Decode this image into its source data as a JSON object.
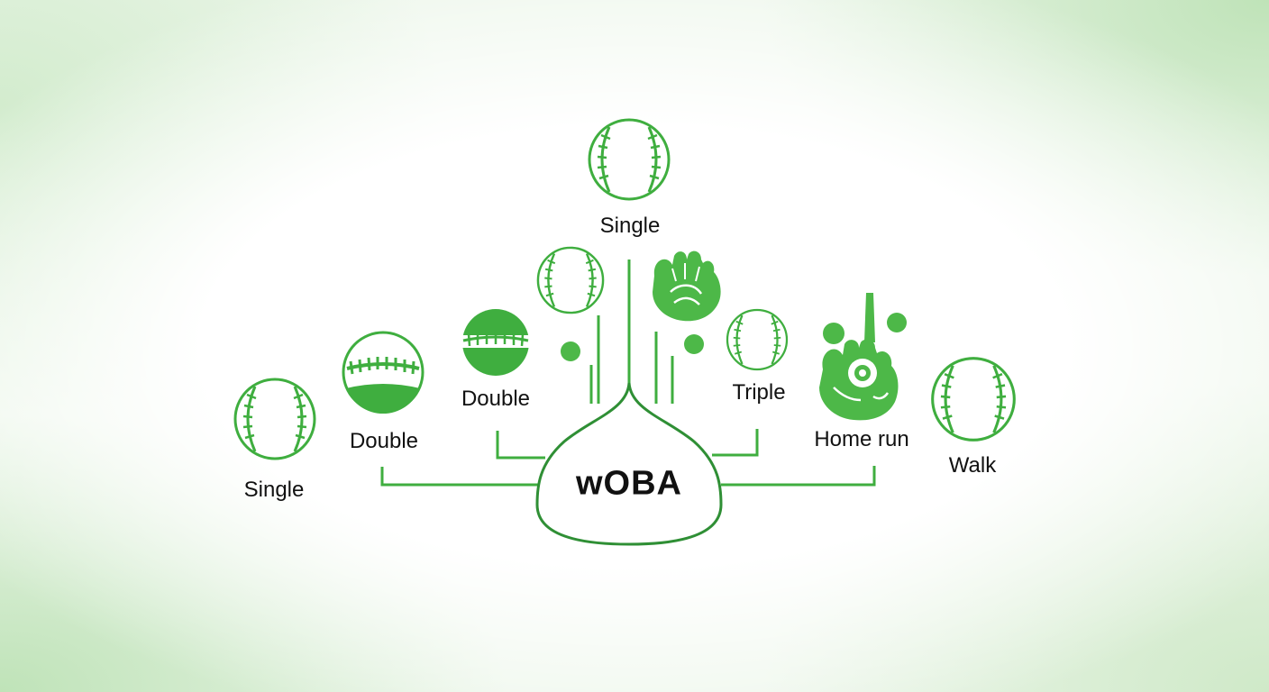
{
  "center": {
    "label": "wOBA"
  },
  "events": [
    {
      "label": "Single",
      "icon": "baseball-icon"
    },
    {
      "label": "Double",
      "icon": "striped-baseball-icon"
    },
    {
      "label": "Double",
      "icon": "striped-baseball-icon"
    },
    {
      "label": "Single",
      "icon": "baseball-icon"
    },
    {
      "label": "Triple",
      "icon": "baseball-icon"
    },
    {
      "label": "Home run",
      "icon": "glove-bat-icon"
    },
    {
      "label": "Walk",
      "icon": "baseball-icon"
    }
  ],
  "decorations": [
    {
      "icon": "baseball-icon"
    },
    {
      "icon": "glove-icon"
    }
  ],
  "colors": {
    "accent": "#3fae3f",
    "dark_accent": "#2f8f35",
    "text": "#111111"
  }
}
